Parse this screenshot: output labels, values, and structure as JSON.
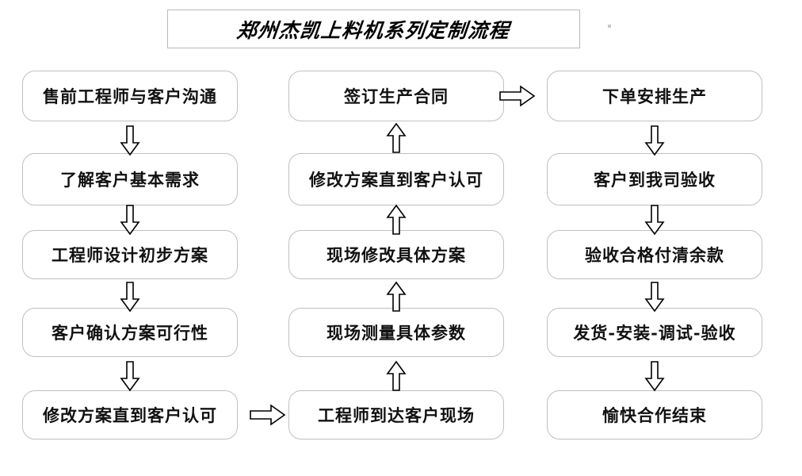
{
  "title": {
    "text": "郑州杰凯上料机系列定制流程"
  },
  "columns": [
    {
      "id": "column-left",
      "nodes": [
        {
          "label": "售前工程师与客户沟通"
        },
        {
          "label": "了解客户基本需求"
        },
        {
          "label": "工程师设计初步方案"
        },
        {
          "label": "客户确认方案可行性"
        },
        {
          "label": "修改方案直到客户认可"
        }
      ]
    },
    {
      "id": "column-middle",
      "nodes": [
        {
          "label": "签订生产合同"
        },
        {
          "label": "修改方案直到客户认可"
        },
        {
          "label": "现场修改具体方案"
        },
        {
          "label": "现场测量具体参数"
        },
        {
          "label": "工程师到达客户现场"
        }
      ]
    },
    {
      "id": "column-right",
      "nodes": [
        {
          "label": "下单安排生产"
        },
        {
          "label": "客户到我司验收"
        },
        {
          "label": "验收合格付清余款"
        },
        {
          "label": "发货-安装-调试-验收"
        },
        {
          "label": "愉快合作结束"
        }
      ]
    }
  ],
  "connectors": [
    {
      "name": "arrow-left-1-to-2",
      "direction": "down"
    },
    {
      "name": "arrow-left-2-to-3",
      "direction": "down"
    },
    {
      "name": "arrow-left-3-to-4",
      "direction": "down"
    },
    {
      "name": "arrow-left-4-to-5",
      "direction": "down"
    },
    {
      "name": "arrow-left-5-to-middle-5",
      "direction": "right"
    },
    {
      "name": "arrow-middle-5-to-4",
      "direction": "up"
    },
    {
      "name": "arrow-middle-4-to-3",
      "direction": "up"
    },
    {
      "name": "arrow-middle-3-to-2",
      "direction": "up"
    },
    {
      "name": "arrow-middle-2-to-1",
      "direction": "up"
    },
    {
      "name": "arrow-middle-1-to-right-1",
      "direction": "right"
    },
    {
      "name": "arrow-right-1-to-2",
      "direction": "down"
    },
    {
      "name": "arrow-right-2-to-3",
      "direction": "down"
    },
    {
      "name": "arrow-right-3-to-4",
      "direction": "down"
    },
    {
      "name": "arrow-right-4-to-5",
      "direction": "down"
    }
  ],
  "colors": {
    "background": "#ffffff",
    "node_border": "#c0c0c0",
    "title_border": "#b9b9b9",
    "text": "#111111",
    "arrow_stroke": "#000000",
    "arrow_fill": "#ffffff"
  }
}
